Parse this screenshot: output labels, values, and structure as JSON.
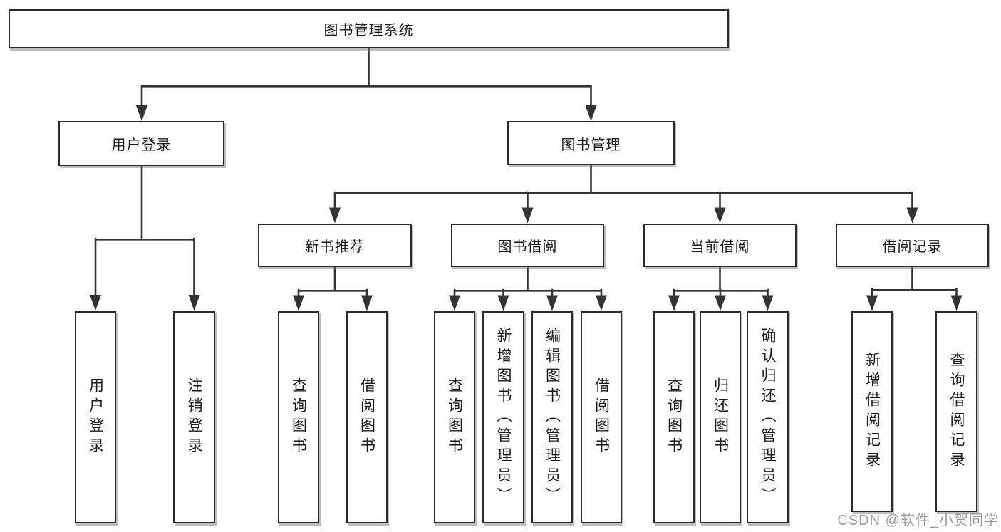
{
  "colors": {
    "line": "#333333",
    "box_border": "#2b2b2b",
    "text": "#1a1a1a",
    "watermark": "#8c8c8c",
    "background": "#ffffff"
  },
  "tree": {
    "root": "图书管理系统",
    "branches": [
      {
        "label": "用户登录",
        "children": [
          "用户登录",
          "注销登录"
        ]
      },
      {
        "label": "图书管理",
        "children": [
          {
            "label": "新书推荐",
            "children": [
              "查询图书",
              "借阅图书"
            ]
          },
          {
            "label": "图书借阅",
            "children": [
              "查询图书",
              "新增图书（管理员）",
              "编辑图书（管理员）",
              "借阅图书"
            ]
          },
          {
            "label": "当前借阅",
            "children": [
              "查询图书",
              "归还图书",
              "确认归还（管理员）"
            ]
          },
          {
            "label": "借阅记录",
            "children": [
              "新增借阅记录",
              "查询借阅记录"
            ]
          }
        ]
      }
    ]
  },
  "watermark": {
    "text": "CSDN @软件_小贺同学"
  }
}
